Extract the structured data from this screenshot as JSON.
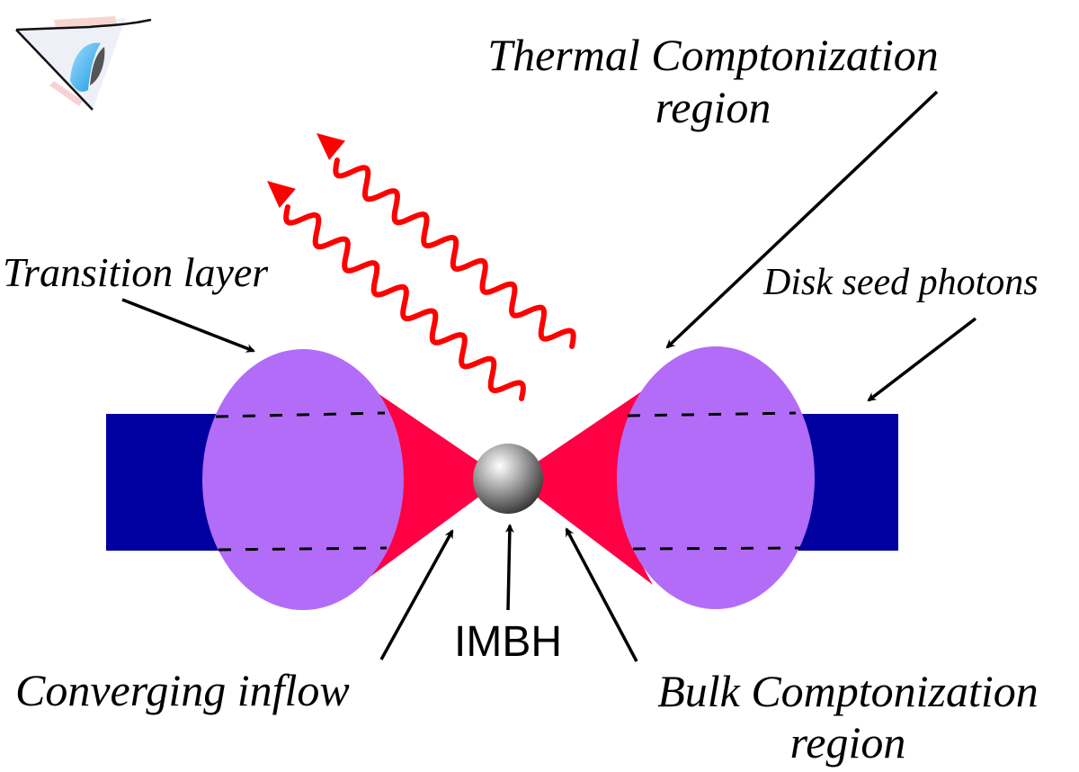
{
  "diagram": {
    "title": "IMBH accretion geometry with Comptonization regions",
    "colors": {
      "disk": "#0000a0",
      "transition_layer": "#b36cf8",
      "converging_inflow": "#ff0045",
      "photons": "#ff0000",
      "arrows": "#000000",
      "background": "#ffffff"
    },
    "labels": {
      "thermal_line1": "Thermal Comptonization",
      "thermal_line2": "region",
      "transition_layer": "Transition layer",
      "disk_seed_photons": "Disk seed photons",
      "imbh": "IMBH",
      "converging_inflow": "Converging inflow",
      "bulk_line1": "Bulk Comptonization",
      "bulk_line2": "region"
    },
    "icons": {
      "observer": "observer-eye-icon",
      "black_hole": "black-hole-sphere",
      "photon": "wavy-photon-arrow"
    }
  }
}
